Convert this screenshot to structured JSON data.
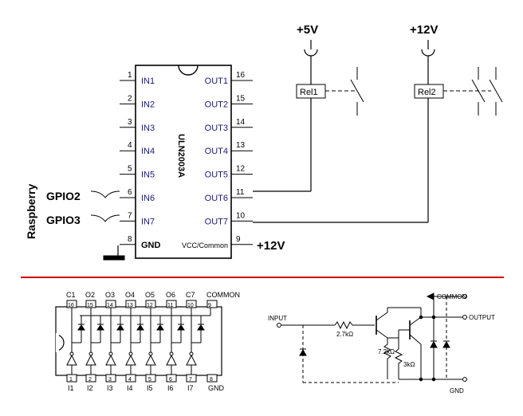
{
  "upper": {
    "chip_name": "ULN2003A",
    "left_pins": [
      {
        "num": "1",
        "label": "IN1"
      },
      {
        "num": "2",
        "label": "IN2"
      },
      {
        "num": "3",
        "label": "IN3"
      },
      {
        "num": "4",
        "label": "IN4"
      },
      {
        "num": "5",
        "label": "IN5"
      },
      {
        "num": "6",
        "label": "IN6"
      },
      {
        "num": "7",
        "label": "IN7"
      },
      {
        "num": "8",
        "label": "GND"
      }
    ],
    "right_pins": [
      {
        "num": "16",
        "label": "OUT1"
      },
      {
        "num": "15",
        "label": "OUT2"
      },
      {
        "num": "14",
        "label": "OUT3"
      },
      {
        "num": "13",
        "label": "OUT4"
      },
      {
        "num": "12",
        "label": "OUT5"
      },
      {
        "num": "11",
        "label": "OUT6"
      },
      {
        "num": "10",
        "label": "OUT7"
      },
      {
        "num": "9",
        "label": "VCC/Common"
      }
    ],
    "gpio_labels": [
      "GPIO2",
      "GPIO3"
    ],
    "board_label": "Raspberry",
    "supply_left": "+5V",
    "supply_right": "+12V",
    "vcc_supply": "+12V",
    "relays": [
      "Rel1",
      "Rel2"
    ],
    "divider_color": "#cc0000"
  },
  "lower": {
    "top_labels": [
      "C1",
      "O2",
      "O3",
      "O4",
      "O5",
      "O6",
      "C7",
      "COMMON"
    ],
    "top_pins": [
      "16",
      "15",
      "14",
      "13",
      "12",
      "11",
      "10",
      "9"
    ],
    "bottom_labels": [
      "I1",
      "I2",
      "I3",
      "I4",
      "I5",
      "I6",
      "I7",
      "GND"
    ],
    "bottom_pins": [
      "1",
      "2",
      "3",
      "4",
      "5",
      "6",
      "7",
      "8"
    ],
    "schematic": {
      "input": "INPUT",
      "common": "COMMON",
      "output": "OUTPUT",
      "gnd": "GND",
      "r1": "2.7kΩ",
      "r2": "7.2kΩ",
      "r3": "3kΩ"
    }
  }
}
